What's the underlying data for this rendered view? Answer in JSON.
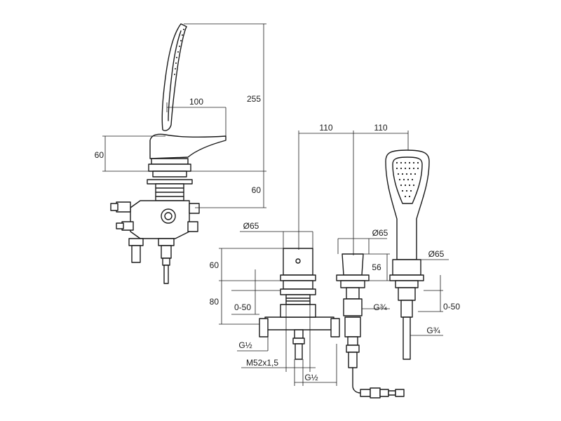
{
  "dimensions": {
    "handle_offset": "100",
    "total_height": "255",
    "spout_height": "60",
    "body_height_left": "60",
    "spacing_left": "110",
    "spacing_right": "110",
    "spout_diameter": "Ø65",
    "valve_diameter": "Ø65",
    "shower_diameter": "Ø65",
    "spout_front_height": "60",
    "valve_height": "56",
    "deck_height": "80",
    "deck_thickness_left": "0-50",
    "deck_thickness_right": "0-50",
    "valve_thread": "G¾",
    "hose_thread": "G¾",
    "inlet_thread_left": "G½",
    "mount_thread": "M52x1,5",
    "inlet_thread_bottom": "G½"
  },
  "colors": {
    "line": "#1a1a1a",
    "background": "#ffffff"
  }
}
